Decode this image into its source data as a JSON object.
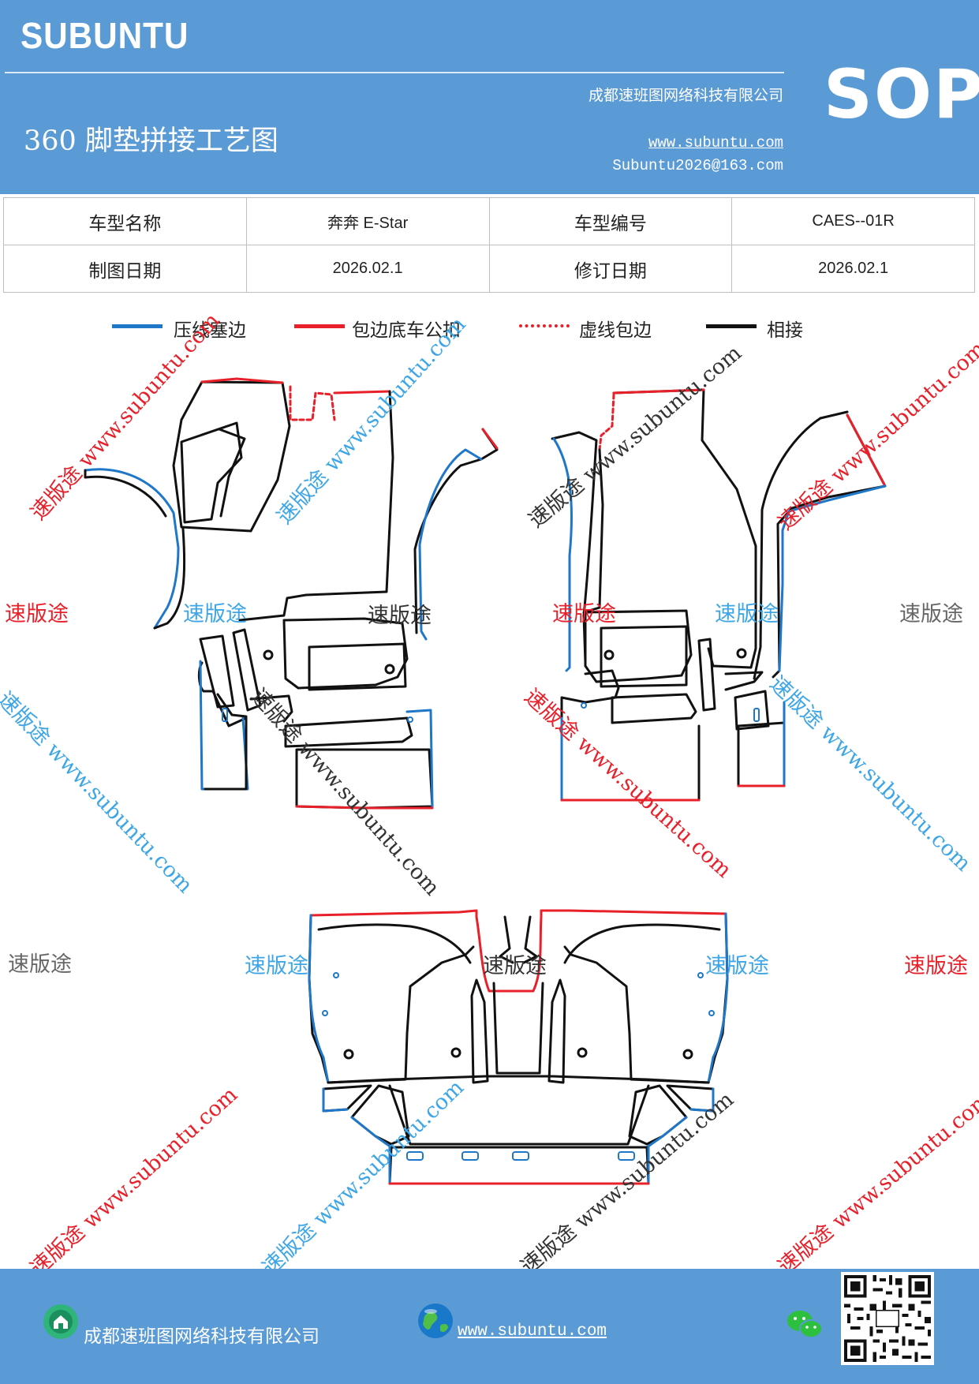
{
  "header": {
    "brand": "SUBUNTU",
    "company": "成都速班图网络科技有限公司",
    "title": "360 脚垫拼接工艺图",
    "website": "www.subuntu.com",
    "email": "Subuntu2026@163.com",
    "badge": "SOP"
  },
  "info": {
    "model_name_label": "车型名称",
    "model_name_value": "奔奔 E-Star",
    "model_code_label": "车型编号",
    "model_code_value": "CAES--01R",
    "draw_date_label": "制图日期",
    "draw_date_value": "2026.02.1",
    "revise_date_label": "修订日期",
    "revise_date_value": "2026.02.1"
  },
  "legend": [
    {
      "label": "压线塞边",
      "color": "#1f77c8",
      "style": "solid"
    },
    {
      "label": "包边底车公扣",
      "color": "#e8202a",
      "style": "solid"
    },
    {
      "label": "虚线包边",
      "color": "#e8202a",
      "style": "dotted"
    },
    {
      "label": "相接",
      "color": "#111111",
      "style": "solid"
    }
  ],
  "watermark": {
    "brand_cn": "速版途",
    "diag_text": "速版途 www.subuntu.com",
    "url_text": "www.subuntu.com",
    "colors": {
      "red": "#e8202a",
      "blue": "#3ea6e6",
      "gray": "#666666",
      "dark": "#333333"
    }
  },
  "footer": {
    "company": "成都速班图网络科技有限公司",
    "website": "www.subuntu.com "
  },
  "colors": {
    "header_bg": "#5b9bd5",
    "blue_line": "#1f77c8",
    "red_line": "#e8202a",
    "black_line": "#111111"
  }
}
